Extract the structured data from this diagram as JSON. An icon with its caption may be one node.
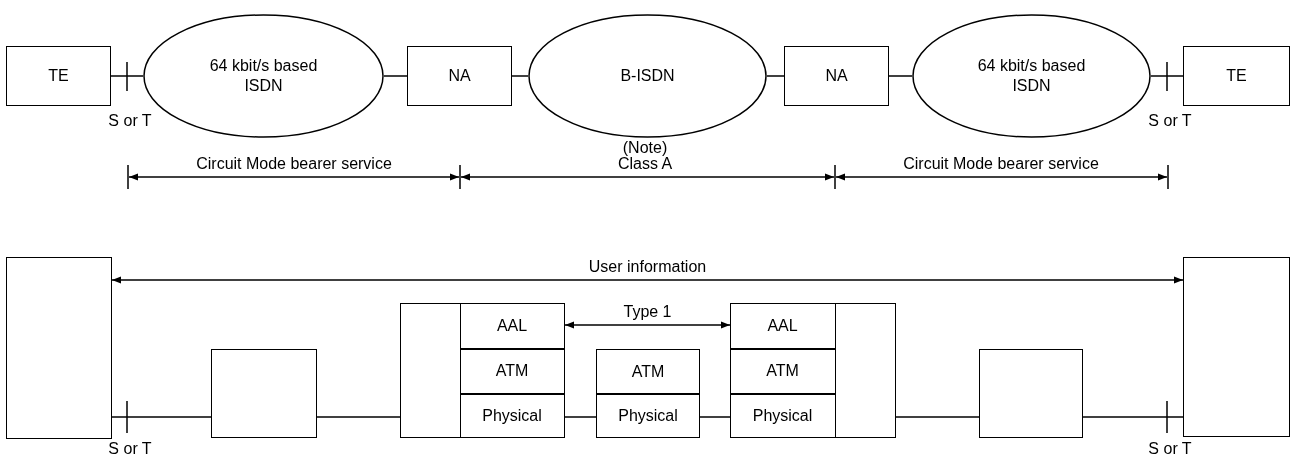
{
  "diagram": {
    "nodes": [
      {
        "text": [
          "TE"
        ]
      },
      {
        "text": [
          "64 kbit/s based ISDN"
        ]
      },
      {
        "text": [
          "NA"
        ]
      },
      {
        "text": [
          "B-ISDN"
        ]
      },
      {
        "text": [
          "NA"
        ]
      },
      {
        "text": [
          "64 kbit/s based ISDN"
        ]
      },
      {
        "text": [
          "TE"
        ]
      },
      {
        "text": [],
        "shape": "box"
      },
      {
        "text": [],
        "shape": "box"
      },
      {
        "text": [],
        "shape": "box"
      },
      {
        "text": [
          "AAL"
        ],
        "in": 9
      },
      {
        "text": [
          "ATM"
        ],
        "in": 9
      },
      {
        "text": [
          "Physical"
        ],
        "in": 9
      },
      {
        "text": [
          "ATM"
        ]
      },
      {
        "text": [
          "Physical"
        ]
      },
      {
        "text": [],
        "shape": "box"
      },
      {
        "text": [
          "AAL"
        ],
        "in": 15
      },
      {
        "text": [
          "ATM"
        ],
        "in": 15
      },
      {
        "text": [
          "Physical"
        ],
        "in": 15
      },
      {
        "text": [],
        "shape": "box"
      },
      {
        "text": [],
        "shape": "box"
      }
    ],
    "edges": [
      {
        "from": 0,
        "to": 1,
        "arrow": "none"
      },
      {
        "from": 1,
        "to": 2,
        "arrow": "none"
      },
      {
        "from": 2,
        "to": 3,
        "arrow": "none"
      },
      {
        "from": 3,
        "to": 4,
        "arrow": "none"
      },
      {
        "from": 4,
        "to": 5,
        "arrow": "none"
      },
      {
        "from": 5,
        "to": 6,
        "arrow": "none"
      },
      {
        "from": 7,
        "to": 20,
        "arrow": "both",
        "label": "User information"
      },
      {
        "from": 10,
        "to": 16,
        "arrow": "both",
        "label": "Type 1"
      },
      {
        "from": 7,
        "to": 8,
        "arrow": "none"
      },
      {
        "from": 8,
        "to": 9,
        "arrow": "none"
      },
      {
        "from": 12,
        "to": 14,
        "arrow": "none"
      },
      {
        "from": 14,
        "to": 18,
        "arrow": "none"
      },
      {
        "from": 15,
        "to": 19,
        "arrow": "none"
      },
      {
        "from": 19,
        "to": 20,
        "arrow": "none"
      }
    ],
    "labels": [
      "S or T",
      "(Note)",
      "S or T",
      "Circuit Mode bearer service",
      "Class A",
      "Circuit Mode bearer service",
      "S or T",
      "S or T"
    ]
  }
}
